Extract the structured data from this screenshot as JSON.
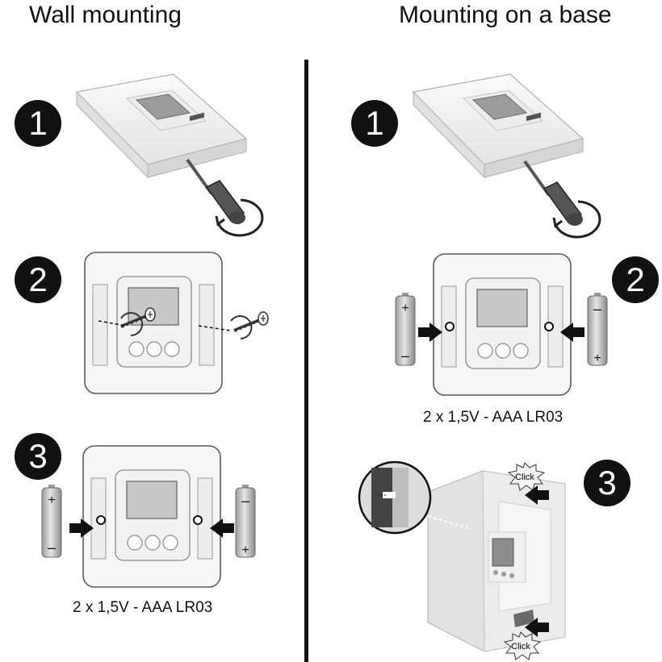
{
  "headings": {
    "left": "Wall mounting",
    "right": "Mounting on a base"
  },
  "steps": {
    "left": [
      "1",
      "2",
      "3"
    ],
    "right": [
      "1",
      "2",
      "3"
    ]
  },
  "captions": {
    "battery_left": "2 x 1,5V - AAA LR03",
    "battery_right": "2 x 1,5V - AAA LR03"
  },
  "labels": {
    "click_top": "Click",
    "click_bottom": "Click"
  },
  "colors": {
    "badge": "#111111",
    "device_body": "#f2f2f2",
    "device_outline": "#9a9a9a",
    "screen": "#bdbdbd",
    "battery": "#c8c8c8"
  },
  "icons": [
    "screwdriver-icon",
    "screw-icon",
    "battery-icon",
    "arrow-icon",
    "rotation-arrow-icon",
    "click-burst-icon"
  ]
}
